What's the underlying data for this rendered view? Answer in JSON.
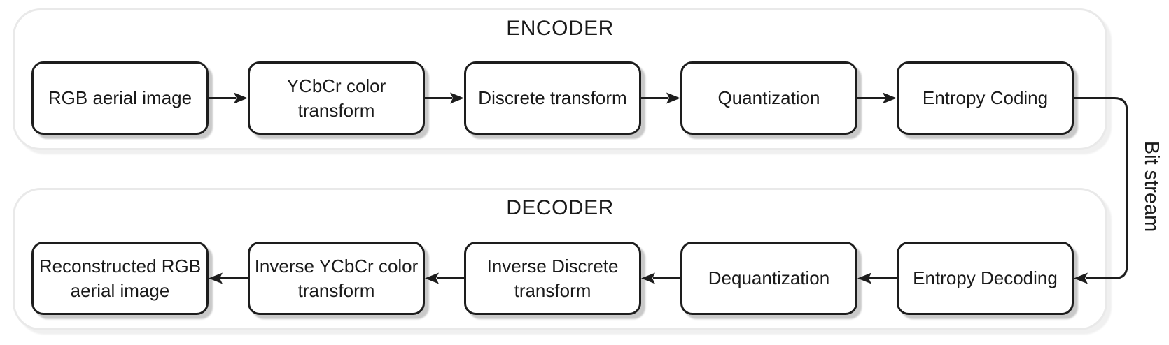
{
  "theme": {
    "node-border": "#1d1d1d",
    "node-fill": "#ffffff",
    "group-border": "#e9e9e9",
    "group-fill": "#ffffff",
    "node-shadow": "#c9c9c9",
    "group-shadow": "#f0f0f0",
    "text-color": "#1a1a1a",
    "connector-color": "#1d1d1d",
    "page-bg": "#ffffff"
  },
  "encoder": {
    "title": "ENCODER",
    "nodes": [
      {
        "label": "RGB aerial image"
      },
      {
        "label": "YCbCr color\ntransform"
      },
      {
        "label": "Discrete transform"
      },
      {
        "label": "Quantization"
      },
      {
        "label": "Entropy Coding"
      }
    ]
  },
  "decoder": {
    "title": "DECODER",
    "nodes": [
      {
        "label": "Reconstructed RGB\naerial image"
      },
      {
        "label": "Inverse YCbCr color\ntransform"
      },
      {
        "label": "Inverse Discrete\ntransform"
      },
      {
        "label": "Dequantization"
      },
      {
        "label": "Entropy Decoding"
      }
    ]
  },
  "bitstream": {
    "label": "Bit stream"
  }
}
